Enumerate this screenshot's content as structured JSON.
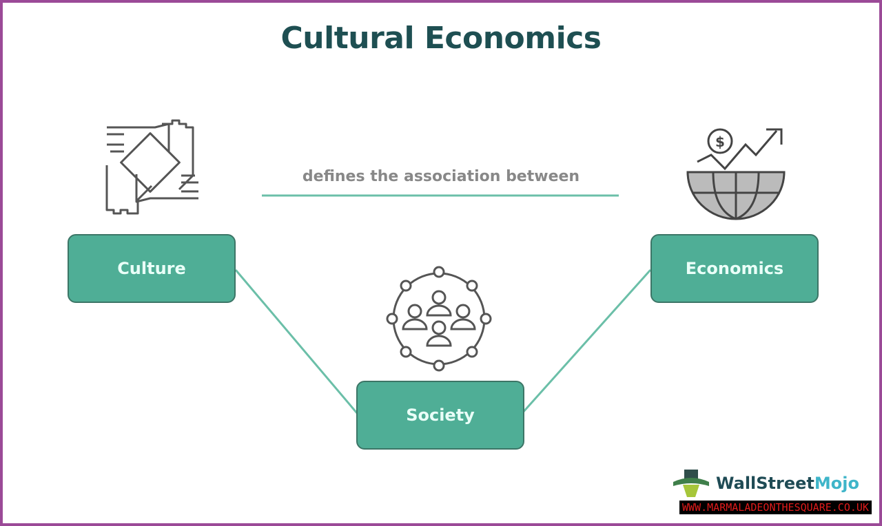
{
  "title": "Cultural Economics",
  "relation_label": "defines the association between",
  "nodes": {
    "culture": "Culture",
    "economics": "Economics",
    "society": "Society"
  },
  "logo": {
    "name_part1": "WallStreet",
    "name_part2": "Mojo"
  },
  "watermark": "WWW.MARMALADEONTHESQUARE.CO.UK",
  "colors": {
    "box": "#4fae96",
    "title": "#1e4f52",
    "frame": "#9b4a97",
    "line": "#6bbfa8"
  }
}
